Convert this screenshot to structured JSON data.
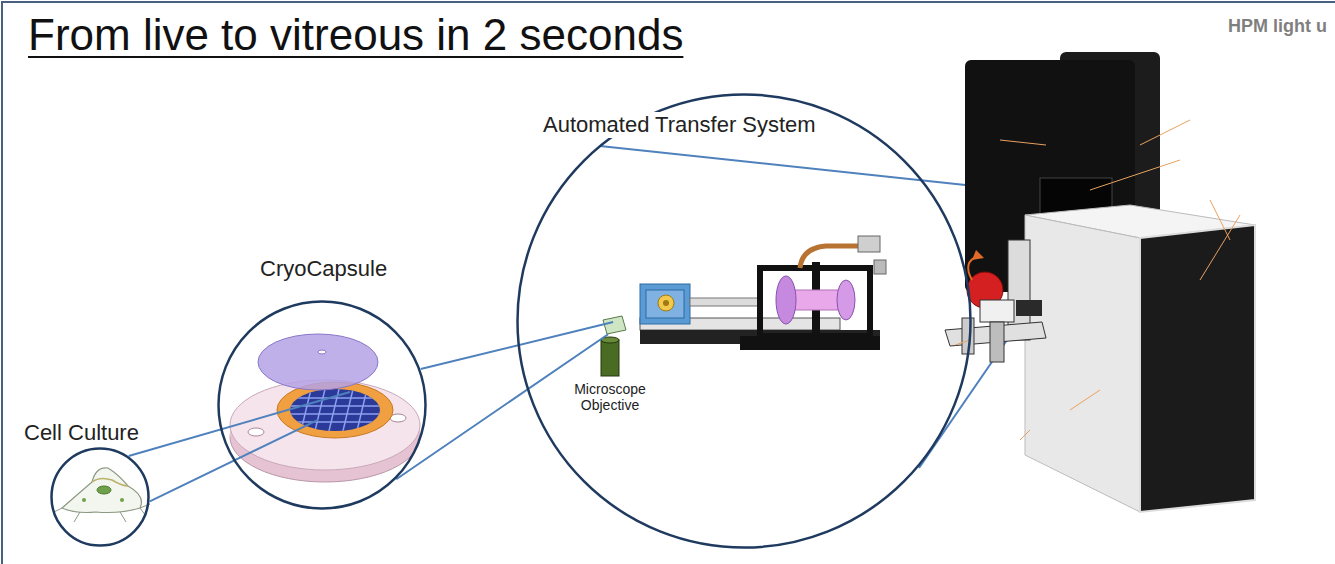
{
  "diagram": {
    "title": "From live to vitreous in 2 seconds",
    "nodes": [
      {
        "text": [
          "Cell Culture"
        ]
      },
      {
        "text": [
          "CryoCapsule"
        ]
      },
      {
        "text": [
          "Automated Transfer System"
        ]
      }
    ],
    "edges": [
      {
        "from": 0,
        "to": 1,
        "arrow": "none"
      },
      {
        "from": 1,
        "to": 2,
        "arrow": "none"
      }
    ],
    "labels": [
      "Microscope Objective",
      "HPM light u"
    ]
  }
}
